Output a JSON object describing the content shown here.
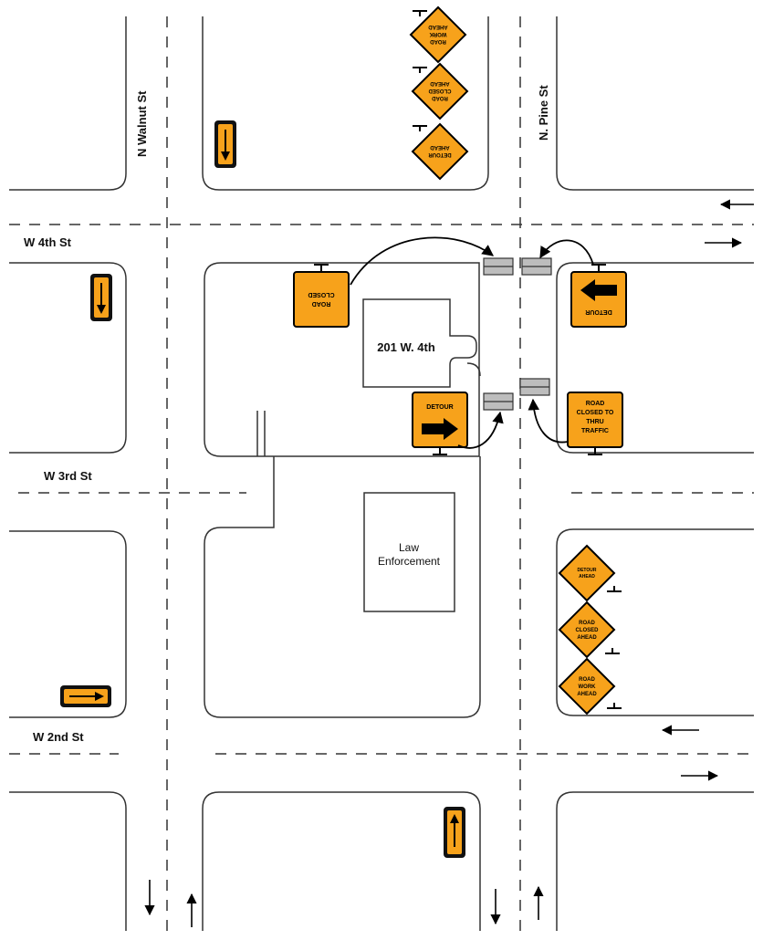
{
  "streets": {
    "n_walnut": "N Walnut St",
    "n_pine": "N. Pine St",
    "w_4th": "W 4th St",
    "w_3rd": "W 3rd St",
    "w_2nd": "W 2nd St"
  },
  "buildings": {
    "b201": "201 W. 4th",
    "law_line1": "Law",
    "law_line2": "Enforcement"
  },
  "signs": {
    "road_work": [
      "ROAD",
      "WORK",
      "AHEAD"
    ],
    "road_closed_ahead": [
      "ROAD",
      "CLOSED",
      "AHEAD"
    ],
    "detour_ahead": [
      "DETOUR",
      "AHEAD"
    ],
    "road_closed": [
      "ROAD",
      "CLOSED"
    ],
    "detour": "DETOUR",
    "road_closed_thru": [
      "ROAD",
      "CLOSED TO",
      "THRU",
      "TRAFFIC"
    ]
  },
  "colors": {
    "sign_fill": "#f7a21b",
    "barricade": "#bdbdbd"
  }
}
